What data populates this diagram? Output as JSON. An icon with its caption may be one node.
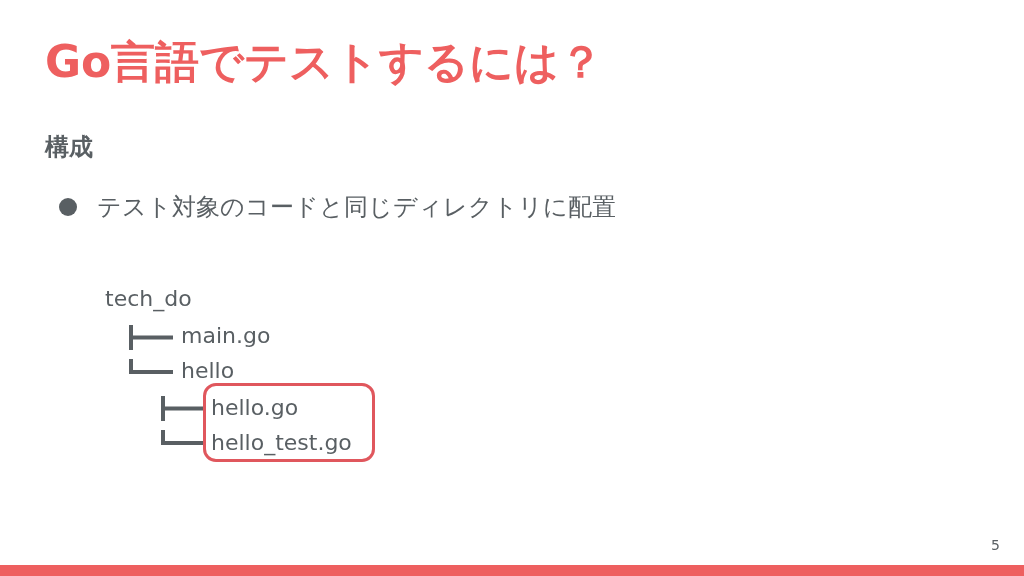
{
  "diagram": {
    "title": "Go言語でテストするには？",
    "nodes": [
      {
        "text": [
          "hello.go",
          "hello_test.go"
        ]
      }
    ],
    "edges": [],
    "labels": [
      "構成",
      "テスト対象のコードと同じディレクトリに配置",
      "tech_do",
      "main.go",
      "hello",
      "5"
    ]
  }
}
